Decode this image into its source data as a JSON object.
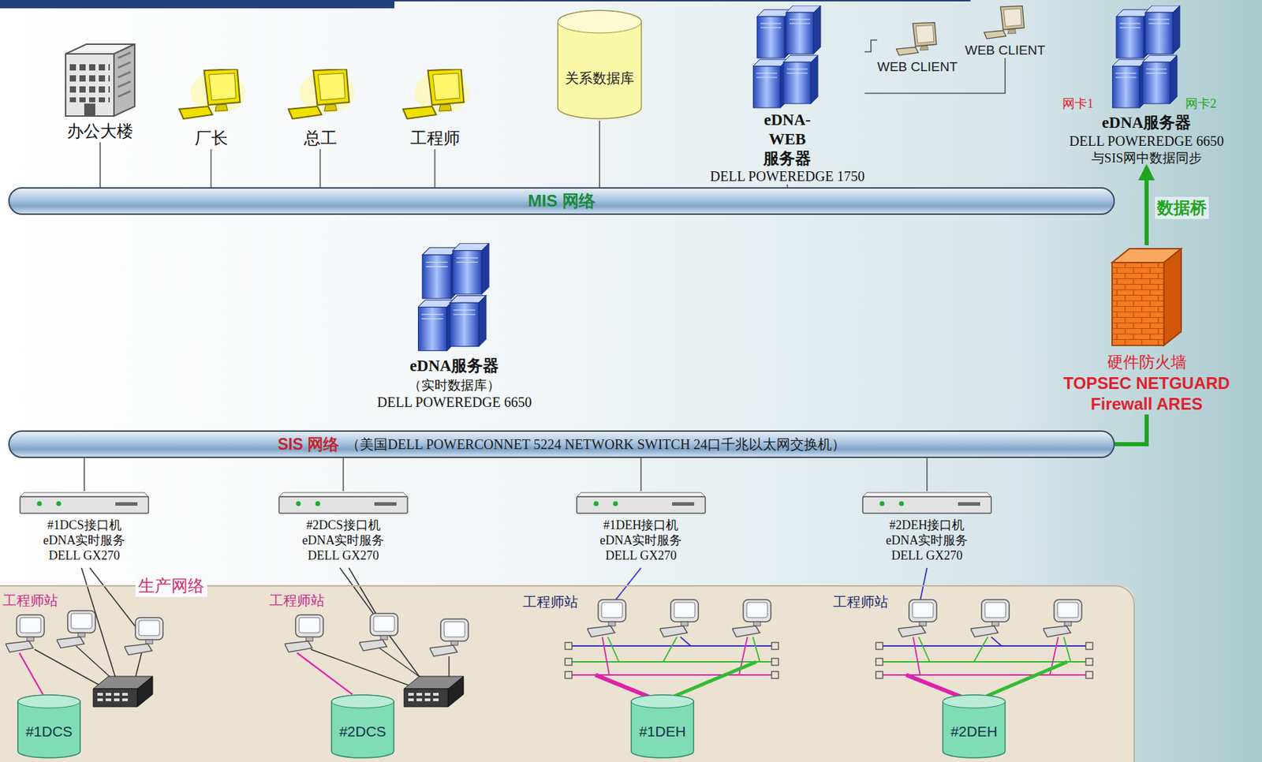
{
  "diagram": {
    "nodes": [
      {
        "text": [
          "MIS 网络"
        ]
      },
      {
        "text": [
          "办公大楼"
        ]
      },
      {
        "text": [
          "厂长"
        ]
      },
      {
        "text": [
          "总工"
        ]
      },
      {
        "text": [
          "工程师"
        ]
      },
      {
        "text": [
          "关系数据库"
        ]
      },
      {
        "text": [
          "eDNA-WEB 服务器",
          "DELL POWEREDGE 1750"
        ]
      },
      {
        "text": [
          "WEB CLIENT"
        ]
      },
      {
        "text": [
          "WEB CLIENT"
        ]
      },
      {
        "text": [
          "eDNA服务器",
          "DELL POWEREDGE 6650",
          "与SIS网中数据同步"
        ]
      },
      {
        "text": [
          "硬件防火墙",
          "TOPSEC NETGUARD Firewall ARES"
        ]
      },
      {
        "text": [
          "eDNA服务器",
          "（实时数据库）",
          "DELL POWEREDGE 6650"
        ]
      },
      {
        "text": [
          "SIS 网络",
          "（美国DELL POWERCONNET 5224 NETWORK SWITCH 24口千兆以太网交换机）"
        ]
      },
      {
        "text": [
          "#1DCS接口机",
          "eDNA实时服务",
          "DELL GX270"
        ]
      },
      {
        "text": [
          "#2DCS接口机",
          "eDNA实时服务",
          "DELL GX270"
        ]
      },
      {
        "text": [
          "#1DEH接口机",
          "eDNA实时服务",
          "DELL GX270"
        ]
      },
      {
        "text": [
          "#2DEH接口机",
          "eDNA实时服务",
          "DELL GX270"
        ]
      },
      {
        "text": [
          "生产网络"
        ]
      },
      {
        "text": [
          "#1DCS"
        ],
        "in": 17
      },
      {
        "text": [
          "#2DCS"
        ],
        "in": 17
      },
      {
        "text": [
          "#1DEH"
        ],
        "in": 17
      },
      {
        "text": [
          "#2DEH"
        ],
        "in": 17
      }
    ],
    "edges": [
      {
        "from": 1,
        "to": 0,
        "arrow": "none"
      },
      {
        "from": 2,
        "to": 0,
        "arrow": "none"
      },
      {
        "from": 3,
        "to": 0,
        "arrow": "none"
      },
      {
        "from": 4,
        "to": 0,
        "arrow": "none"
      },
      {
        "from": 5,
        "to": 0,
        "arrow": "none"
      },
      {
        "from": 6,
        "to": 0,
        "arrow": "none"
      },
      {
        "from": 6,
        "to": 7,
        "arrow": "none"
      },
      {
        "from": 6,
        "to": 8,
        "arrow": "none"
      },
      {
        "from": 12,
        "to": 10,
        "arrow": "none"
      },
      {
        "from": 10,
        "to": 9,
        "label": "数据桥",
        "arrow": "to"
      },
      {
        "from": 13,
        "to": 12,
        "arrow": "none"
      },
      {
        "from": 14,
        "to": 12,
        "arrow": "none"
      },
      {
        "from": 15,
        "to": 12,
        "arrow": "none"
      },
      {
        "from": 16,
        "to": 12,
        "arrow": "none"
      }
    ],
    "labels": [
      "网卡1",
      "网卡2",
      "工程师站",
      "工程师站",
      "工程师站",
      "工程师站"
    ]
  }
}
